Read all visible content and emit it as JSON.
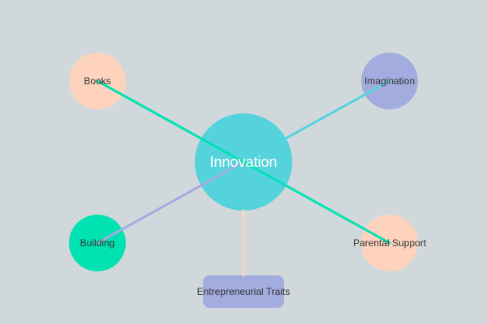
{
  "diagram": {
    "center": {
      "label": "Innovation",
      "color": "#55d3dc",
      "text_color": "#ffffff"
    },
    "nodes": [
      {
        "id": "books",
        "label": "Books",
        "shape": "circle",
        "color": "#fdd3bd"
      },
      {
        "id": "imagination",
        "label": "Imagination",
        "shape": "circle",
        "color": "#a3acde"
      },
      {
        "id": "building",
        "label": "Building",
        "shape": "circle",
        "color": "#00e2b1"
      },
      {
        "id": "parental-support",
        "label": "Parental Support",
        "shape": "circle",
        "color": "#fdd3bd"
      },
      {
        "id": "entrepreneurial-traits",
        "label": "Entrepreneurial Traits",
        "shape": "rounded-rect",
        "color": "#a3acde"
      }
    ],
    "edges": [
      {
        "from": "center",
        "to": "imagination",
        "color": "#55d3dc"
      },
      {
        "from": "center",
        "to": "building",
        "color": "#a3acde"
      },
      {
        "from": "center",
        "to": "entrepreneurial-traits",
        "color": "#fdd3bd"
      },
      {
        "from": "books",
        "to": "parental-support",
        "color": "#00e2b1"
      }
    ]
  }
}
